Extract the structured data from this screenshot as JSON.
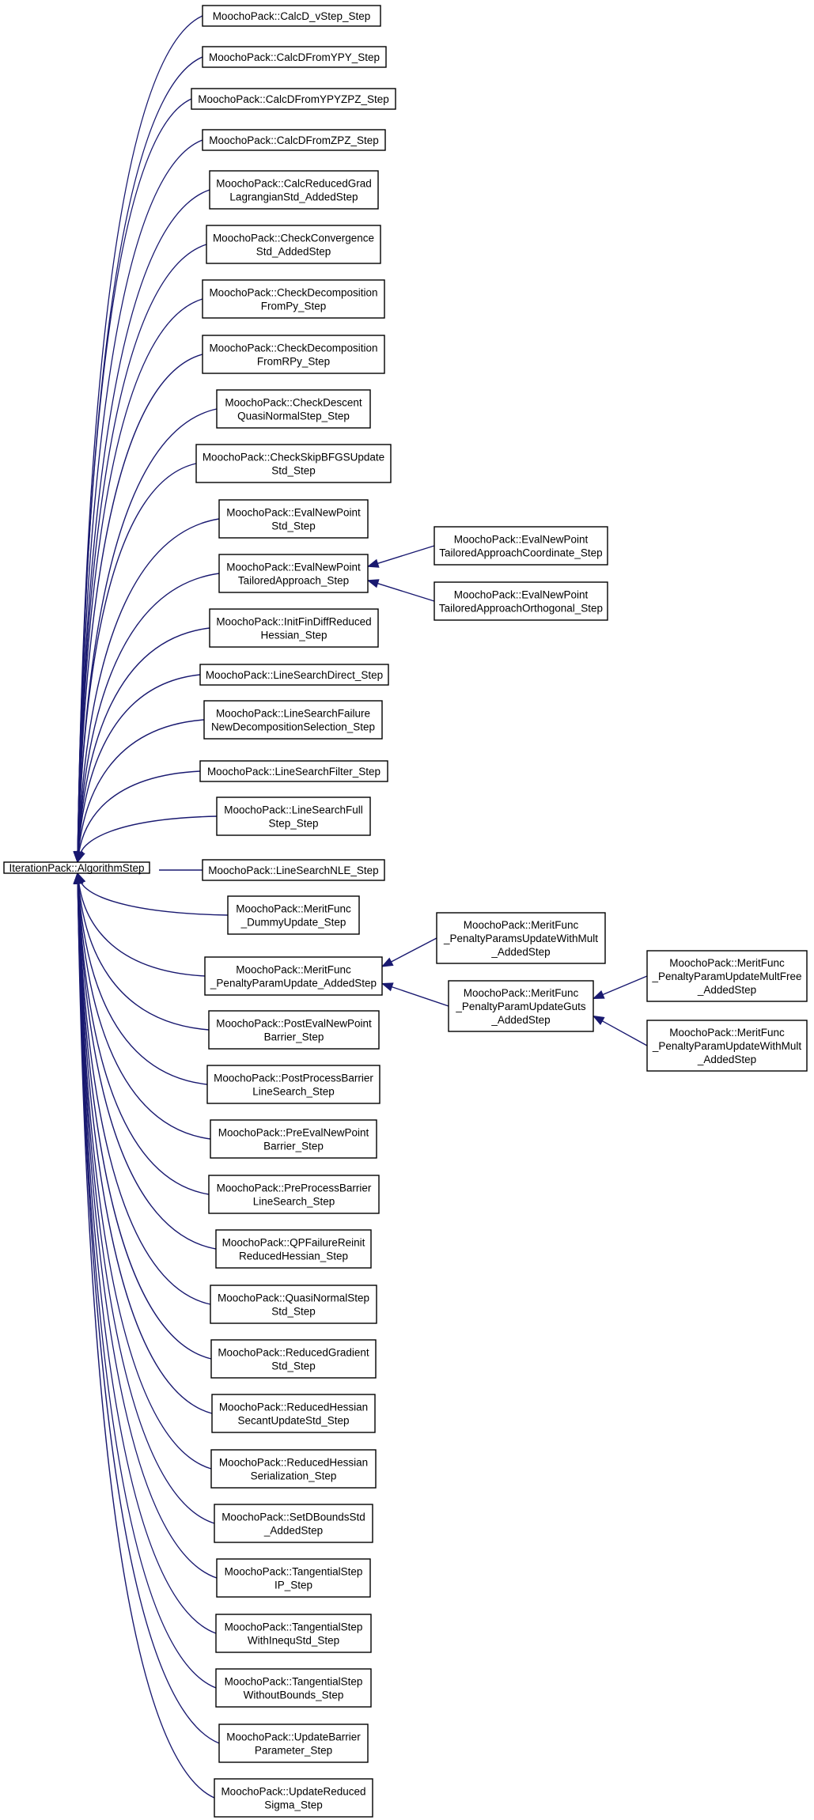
{
  "nodes": [
    {
      "id": "root",
      "lines": [
        "IterationPack::AlgorithmStep"
      ]
    },
    {
      "id": "n1",
      "lines": [
        "MoochoPack::CalcD_vStep_Step"
      ]
    },
    {
      "id": "n2",
      "lines": [
        "MoochoPack::CalcDFromYPY_Step"
      ]
    },
    {
      "id": "n3",
      "lines": [
        "MoochoPack::CalcDFromYPYZPZ_Step"
      ]
    },
    {
      "id": "n4",
      "lines": [
        "MoochoPack::CalcDFromZPZ_Step"
      ]
    },
    {
      "id": "n5",
      "lines": [
        "MoochoPack::CalcReducedGrad",
        "LagrangianStd_AddedStep"
      ]
    },
    {
      "id": "n6",
      "lines": [
        "MoochoPack::CheckConvergence",
        "Std_AddedStep"
      ]
    },
    {
      "id": "n7",
      "lines": [
        "MoochoPack::CheckDecomposition",
        "FromPy_Step"
      ]
    },
    {
      "id": "n8",
      "lines": [
        "MoochoPack::CheckDecomposition",
        "FromRPy_Step"
      ]
    },
    {
      "id": "n9",
      "lines": [
        "MoochoPack::CheckDescent",
        "QuasiNormalStep_Step"
      ]
    },
    {
      "id": "n10",
      "lines": [
        "MoochoPack::CheckSkipBFGSUpdate",
        "Std_Step"
      ]
    },
    {
      "id": "n11",
      "lines": [
        "MoochoPack::EvalNewPoint",
        "Std_Step"
      ]
    },
    {
      "id": "n12",
      "lines": [
        "MoochoPack::EvalNewPoint",
        "TailoredApproach_Step"
      ]
    },
    {
      "id": "n13",
      "lines": [
        "MoochoPack::InitFinDiffReduced",
        "Hessian_Step"
      ]
    },
    {
      "id": "n14",
      "lines": [
        "MoochoPack::LineSearchDirect_Step"
      ]
    },
    {
      "id": "n15",
      "lines": [
        "MoochoPack::LineSearchFailure",
        "NewDecompositionSelection_Step"
      ]
    },
    {
      "id": "n16",
      "lines": [
        "MoochoPack::LineSearchFilter_Step"
      ]
    },
    {
      "id": "n17",
      "lines": [
        "MoochoPack::LineSearchFull",
        "Step_Step"
      ]
    },
    {
      "id": "n18",
      "lines": [
        "MoochoPack::LineSearchNLE_Step"
      ]
    },
    {
      "id": "n19",
      "lines": [
        "MoochoPack::MeritFunc",
        "_DummyUpdate_Step"
      ]
    },
    {
      "id": "n20",
      "lines": [
        "MoochoPack::MeritFunc",
        "_PenaltyParamUpdate_AddedStep"
      ]
    },
    {
      "id": "n21",
      "lines": [
        "MoochoPack::PostEvalNewPoint",
        "Barrier_Step"
      ]
    },
    {
      "id": "n22",
      "lines": [
        "MoochoPack::PostProcessBarrier",
        "LineSearch_Step"
      ]
    },
    {
      "id": "n23",
      "lines": [
        "MoochoPack::PreEvalNewPoint",
        "Barrier_Step"
      ]
    },
    {
      "id": "n24",
      "lines": [
        "MoochoPack::PreProcessBarrier",
        "LineSearch_Step"
      ]
    },
    {
      "id": "n25",
      "lines": [
        "MoochoPack::QPFailureReinit",
        "ReducedHessian_Step"
      ]
    },
    {
      "id": "n26",
      "lines": [
        "MoochoPack::QuasiNormalStep",
        "Std_Step"
      ]
    },
    {
      "id": "n27",
      "lines": [
        "MoochoPack::ReducedGradient",
        "Std_Step"
      ]
    },
    {
      "id": "n28",
      "lines": [
        "MoochoPack::ReducedHessian",
        "SecantUpdateStd_Step"
      ]
    },
    {
      "id": "n29",
      "lines": [
        "MoochoPack::ReducedHessian",
        "Serialization_Step"
      ]
    },
    {
      "id": "n30",
      "lines": [
        "MoochoPack::SetDBoundsStd",
        "_AddedStep"
      ]
    },
    {
      "id": "n31",
      "lines": [
        "MoochoPack::TangentialStep",
        "IP_Step"
      ]
    },
    {
      "id": "n32",
      "lines": [
        "MoochoPack::TangentialStep",
        "WithInequStd_Step"
      ]
    },
    {
      "id": "n33",
      "lines": [
        "MoochoPack::TangentialStep",
        "WithoutBounds_Step"
      ]
    },
    {
      "id": "n34",
      "lines": [
        "MoochoPack::UpdateBarrier",
        "Parameter_Step"
      ]
    },
    {
      "id": "n35",
      "lines": [
        "MoochoPack::UpdateReduced",
        "Sigma_Step"
      ]
    },
    {
      "id": "e1",
      "lines": [
        "MoochoPack::EvalNewPoint",
        "TailoredApproachCoordinate_Step"
      ]
    },
    {
      "id": "e2",
      "lines": [
        "MoochoPack::EvalNewPoint",
        "TailoredApproachOrthogonal_Step"
      ]
    },
    {
      "id": "m1",
      "lines": [
        "MoochoPack::MeritFunc",
        "_PenaltyParamsUpdateWithMult",
        "_AddedStep"
      ]
    },
    {
      "id": "m2",
      "lines": [
        "MoochoPack::MeritFunc",
        "_PenaltyParamUpdateGuts",
        "_AddedStep"
      ]
    },
    {
      "id": "g1",
      "lines": [
        "MoochoPack::MeritFunc",
        "_PenaltyParamUpdateMultFree",
        "_AddedStep"
      ]
    },
    {
      "id": "g2",
      "lines": [
        "MoochoPack::MeritFunc",
        "_PenaltyParamUpdateWithMult",
        "_AddedStep"
      ]
    }
  ],
  "edges": [
    [
      "n1",
      "root"
    ],
    [
      "n2",
      "root"
    ],
    [
      "n3",
      "root"
    ],
    [
      "n4",
      "root"
    ],
    [
      "n5",
      "root"
    ],
    [
      "n6",
      "root"
    ],
    [
      "n7",
      "root"
    ],
    [
      "n8",
      "root"
    ],
    [
      "n9",
      "root"
    ],
    [
      "n10",
      "root"
    ],
    [
      "n11",
      "root"
    ],
    [
      "n12",
      "root"
    ],
    [
      "n13",
      "root"
    ],
    [
      "n14",
      "root"
    ],
    [
      "n15",
      "root"
    ],
    [
      "n16",
      "root"
    ],
    [
      "n17",
      "root"
    ],
    [
      "n18",
      "root"
    ],
    [
      "n19",
      "root"
    ],
    [
      "n20",
      "root"
    ],
    [
      "n21",
      "root"
    ],
    [
      "n22",
      "root"
    ],
    [
      "n23",
      "root"
    ],
    [
      "n24",
      "root"
    ],
    [
      "n25",
      "root"
    ],
    [
      "n26",
      "root"
    ],
    [
      "n27",
      "root"
    ],
    [
      "n28",
      "root"
    ],
    [
      "n29",
      "root"
    ],
    [
      "n30",
      "root"
    ],
    [
      "n31",
      "root"
    ],
    [
      "n32",
      "root"
    ],
    [
      "n33",
      "root"
    ],
    [
      "n34",
      "root"
    ],
    [
      "n35",
      "root"
    ],
    [
      "e1",
      "n12"
    ],
    [
      "e2",
      "n12"
    ],
    [
      "m1",
      "n20"
    ],
    [
      "m2",
      "n20"
    ],
    [
      "g1",
      "m2"
    ],
    [
      "g2",
      "m2"
    ]
  ],
  "colors": {
    "edge": "#191970",
    "box_border": "#000000",
    "box_fill": "#ffffff",
    "text": "#000000"
  }
}
